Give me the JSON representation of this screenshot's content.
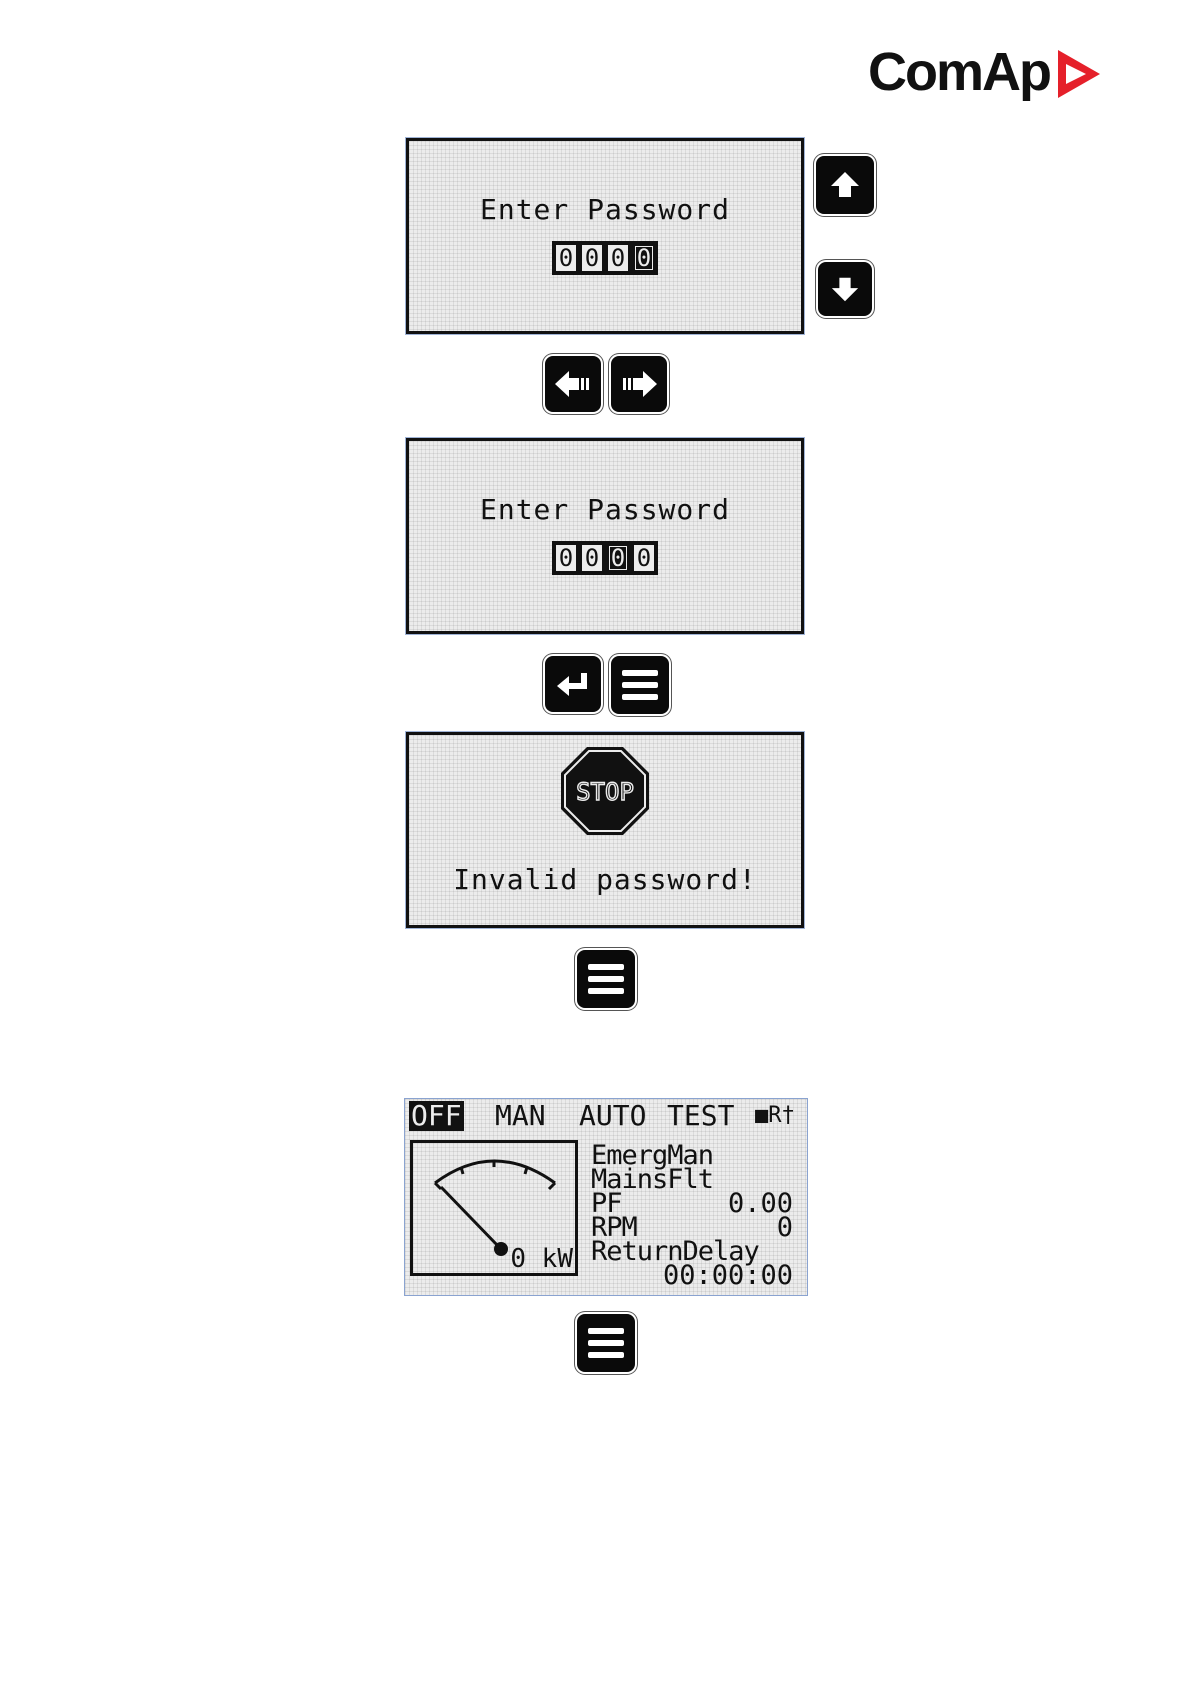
{
  "logo": {
    "text": "ComAp"
  },
  "screen1": {
    "title": "Enter Password",
    "digits": [
      "0",
      "0",
      "0",
      "0"
    ]
  },
  "screen2": {
    "title": "Enter Password",
    "digits": [
      "0",
      "0",
      "0",
      "0"
    ]
  },
  "screen3": {
    "stop_label": "STOP",
    "message": "Invalid password!"
  },
  "screen4": {
    "modes": [
      "OFF",
      "MAN",
      "AUTO",
      "TEST"
    ],
    "status_icons": "■R†",
    "gauge_value": "0 kW",
    "lines": {
      "state1": "EmergMan",
      "state2": "MainsFlt",
      "pf_label": "PF",
      "pf_value": "0.00",
      "rpm_label": "RPM",
      "rpm_value": "0",
      "timer_label": "ReturnDelay",
      "timer_value": "00:00:00"
    }
  },
  "keys": {
    "up": "up-arrow-icon",
    "down": "down-arrow-icon",
    "left": "left-arrow-icon",
    "right": "right-arrow-icon",
    "enter": "enter-icon",
    "menu": "menu-icon"
  }
}
